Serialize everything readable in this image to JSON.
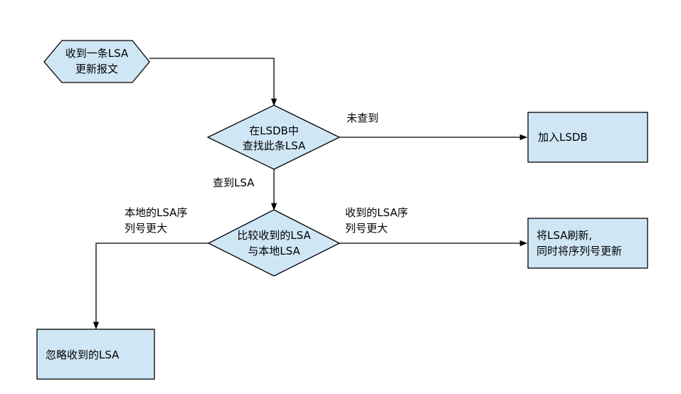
{
  "nodes": {
    "start": {
      "line1": "收到一条LSA",
      "line2": "更新报文"
    },
    "lookup": {
      "line1": "在LSDB中",
      "line2": "查找此条LSA"
    },
    "add": {
      "label": "加入LSDB"
    },
    "compare": {
      "line1": "比较收到的LSA",
      "line2": "与本地LSA"
    },
    "refresh": {
      "line1": "将LSA刷新,",
      "line2": "同时将序列号更新"
    },
    "ignore": {
      "label": "忽略收到的LSA"
    }
  },
  "edges": {
    "not_found": "未查到",
    "found": "查到LSA",
    "local_larger": {
      "line1": "本地的LSA序",
      "line2": "列号更大"
    },
    "received_larger": {
      "line1": "收到的LSA序",
      "line2": "列号更大"
    }
  },
  "colors": {
    "node_fill": "#cfe7f5",
    "stroke": "#000000"
  }
}
